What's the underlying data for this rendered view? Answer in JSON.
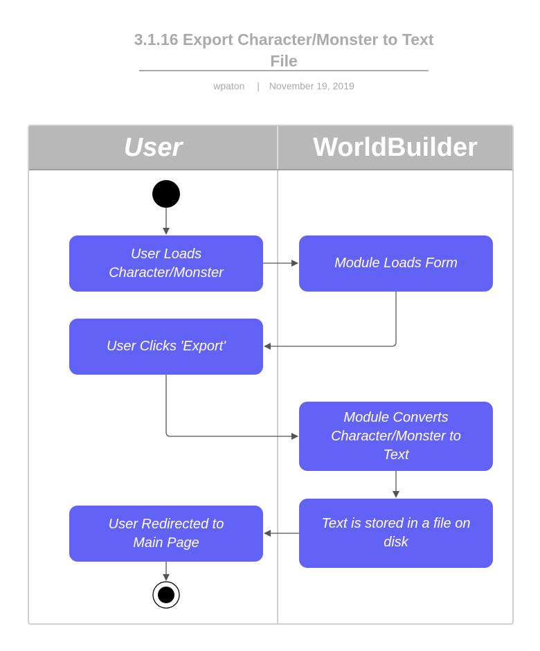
{
  "header": {
    "title": "3.1.16 Export Character/Monster to Text File",
    "author": "wpaton",
    "separator": "|",
    "date": "November 19, 2019"
  },
  "lanes": [
    {
      "label": "User"
    },
    {
      "label": "WorldBuilder"
    }
  ],
  "nodes": {
    "user_loads": "User Loads Character/Monster",
    "module_loads_form": "Module Loads Form",
    "user_clicks_export": "User Clicks 'Export'",
    "module_converts": "Module Converts Character/Monster to Text",
    "text_stored": "Text is stored in a file on disk",
    "user_redirected": "User Redirected to Main Page"
  },
  "colors": {
    "activity": "#6362f6",
    "lane_header": "#b8b8b8",
    "edge": "#555555",
    "title": "#aaaaaa"
  }
}
